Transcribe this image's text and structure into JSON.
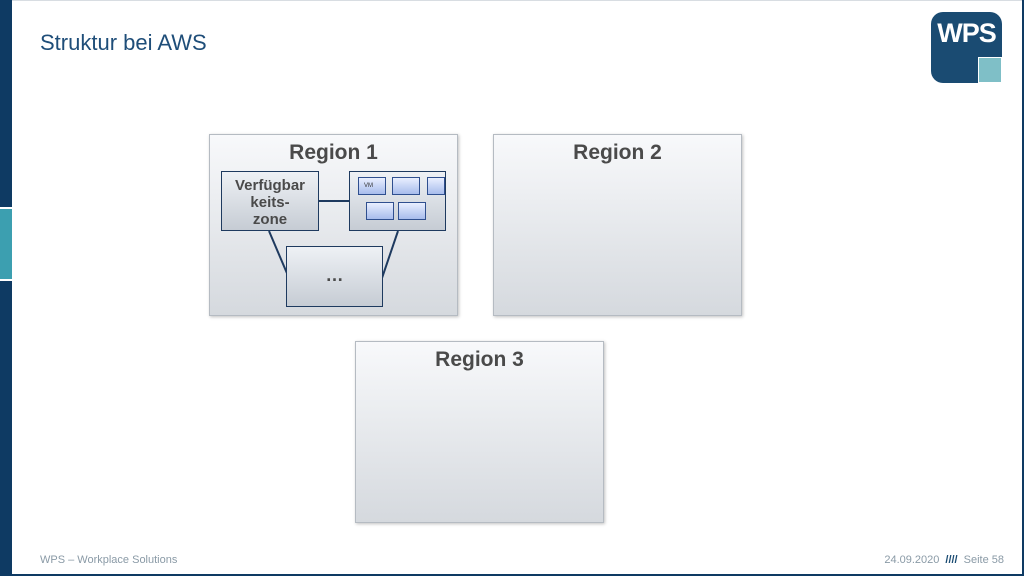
{
  "slide": {
    "title": "Struktur bei AWS"
  },
  "logo": {
    "text": "WPS"
  },
  "diagram": {
    "regions": [
      "Region 1",
      "Region 2",
      "Region 3"
    ],
    "availability_zone_label": "Verfügbar\nkeits-\nzone",
    "more_zones_label": "…",
    "vm_label": "VM"
  },
  "footer": {
    "left": "WPS – Workplace Solutions",
    "date": "24.09.2020",
    "separator": "////",
    "page": "Seite 58"
  },
  "colors": {
    "brand_dark": "#1a4b72",
    "brand_accent": "#7fbfc7",
    "sidebar_accent": "#3c9fb0"
  }
}
